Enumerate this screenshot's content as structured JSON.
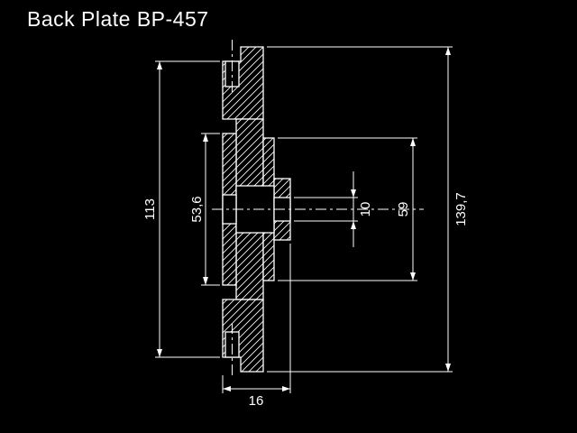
{
  "title": "Back Plate BP-457",
  "colors": {
    "background": "#000000",
    "line": "#ffffff"
  },
  "dimensions": {
    "outer_diameter": "139,7",
    "face_diameter": "113",
    "recess_diameter": "53,6",
    "bore_diameter": "10",
    "boss_diameter": "59",
    "thickness": "16"
  }
}
